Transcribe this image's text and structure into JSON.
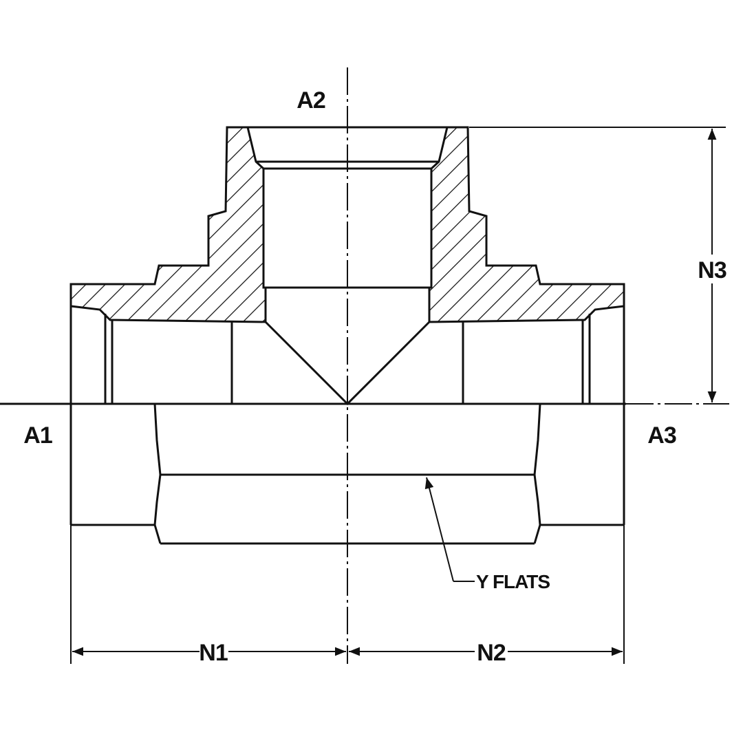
{
  "ports": {
    "a1": "A1",
    "a2": "A2",
    "a3": "A3"
  },
  "dimensions": {
    "n1": "N1",
    "n2": "N2",
    "n3": "N3"
  },
  "callout": {
    "y_flats": "Y FLATS"
  },
  "colors": {
    "line": "#111111",
    "background": "#ffffff"
  }
}
